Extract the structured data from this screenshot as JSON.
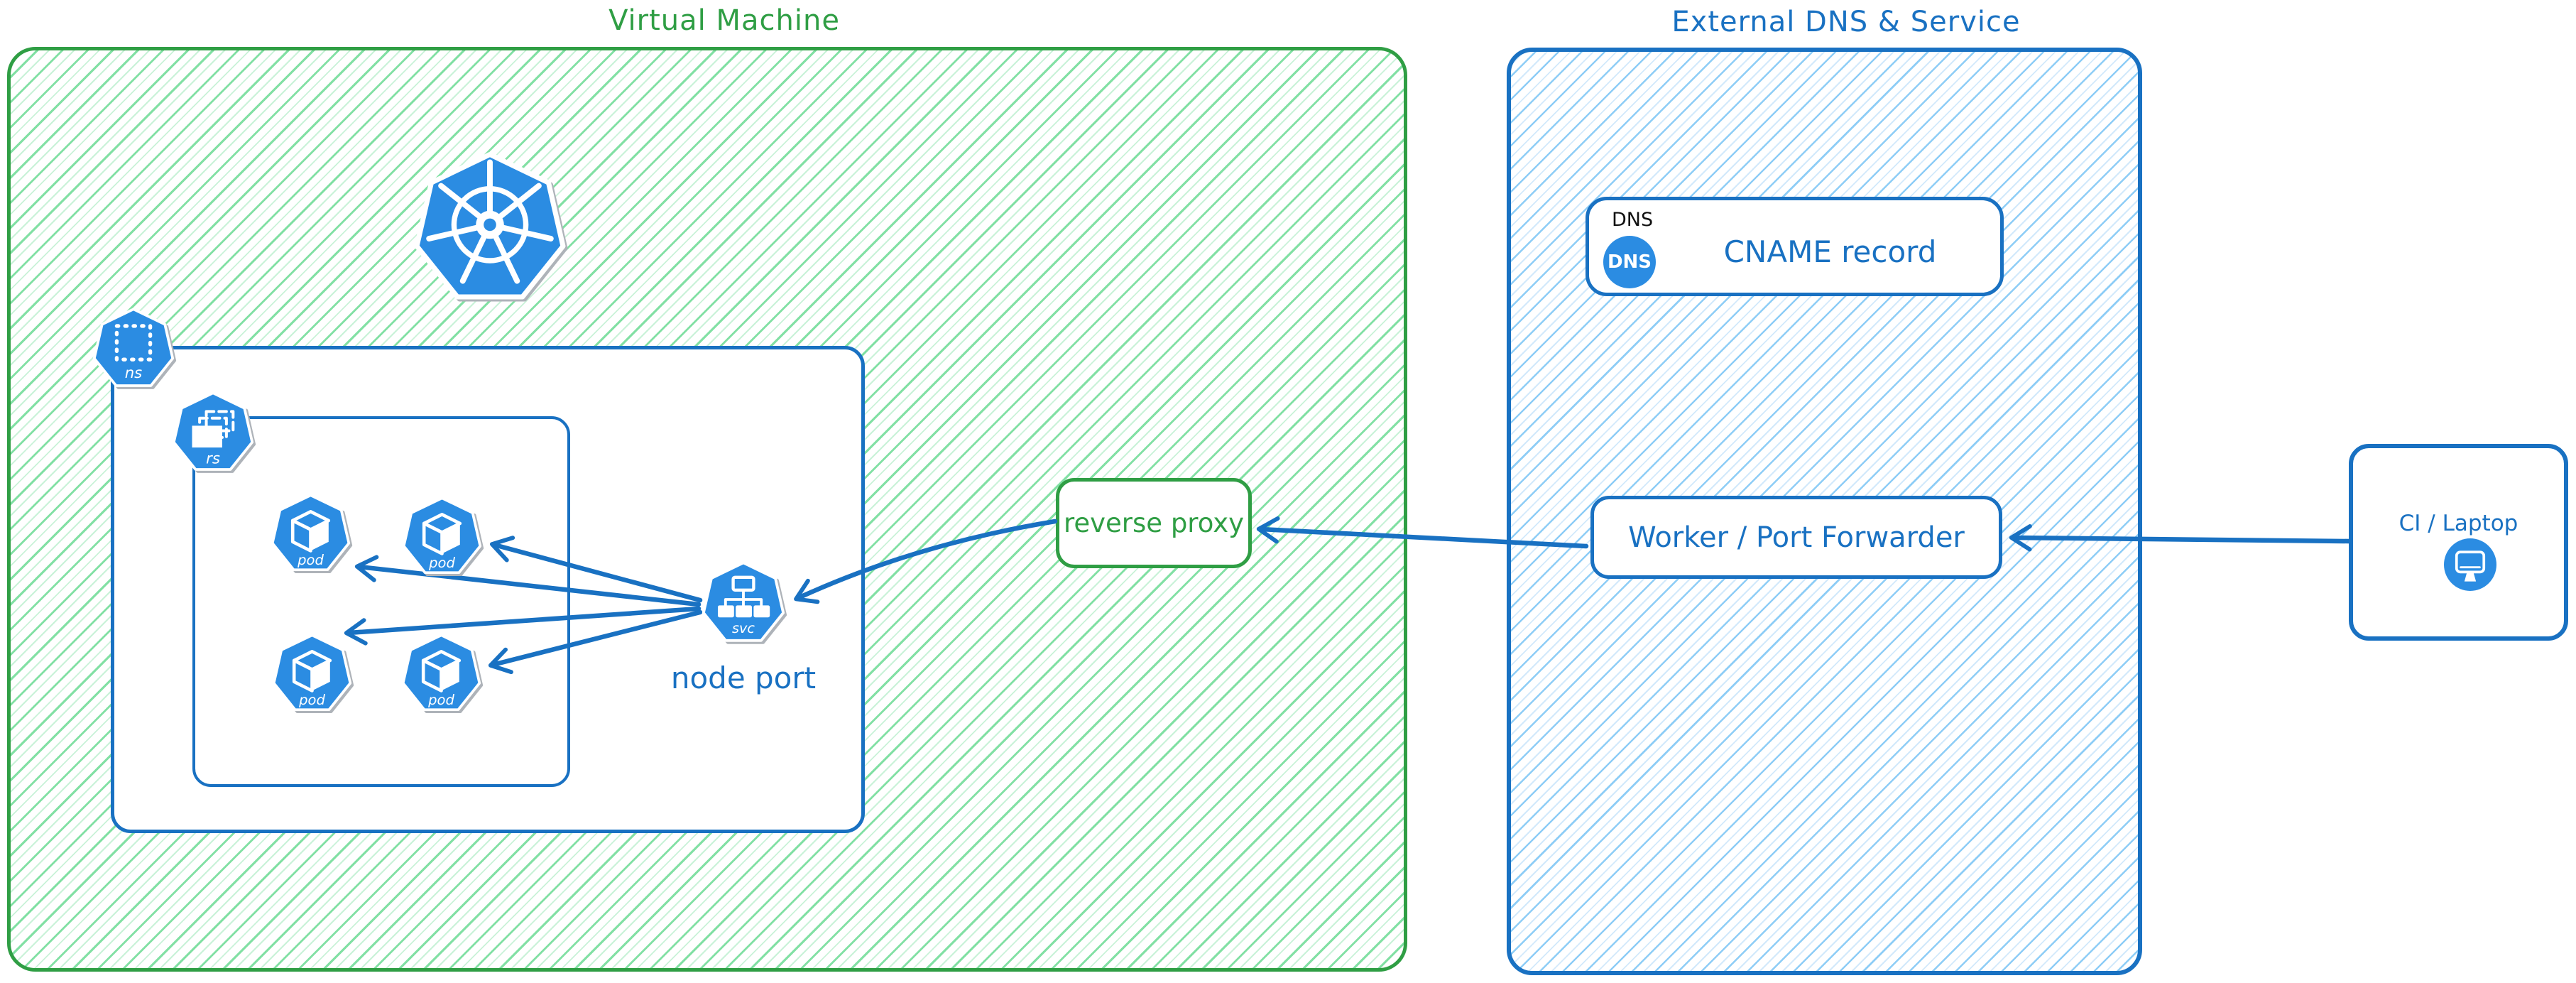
{
  "colors": {
    "green": "#2f9e44",
    "green_hatch": "#82e0a4",
    "green_hatch_light": "#c9f2d8",
    "blue": "#1971c2",
    "blue_hatch": "#8ecdf6",
    "blue_hatch_light": "#d2e9fb",
    "icon_blue": "#2b8ce2",
    "ink": "#111111"
  },
  "vm": {
    "title": "Virtual Machine",
    "namespace_icon_label": "ns",
    "replicaset_icon_label": "rs",
    "service_icon_label": "svc",
    "pod_icon_label": "pod",
    "node_port_label": "node port",
    "reverse_proxy_label": "reverse proxy"
  },
  "external": {
    "title": "External DNS & Service",
    "dns_note": "DNS",
    "dns_icon_label": "DNS",
    "cname_label": "CNAME record",
    "worker_label": "Worker / Port Forwarder"
  },
  "ci": {
    "label": "CI / Laptop"
  }
}
